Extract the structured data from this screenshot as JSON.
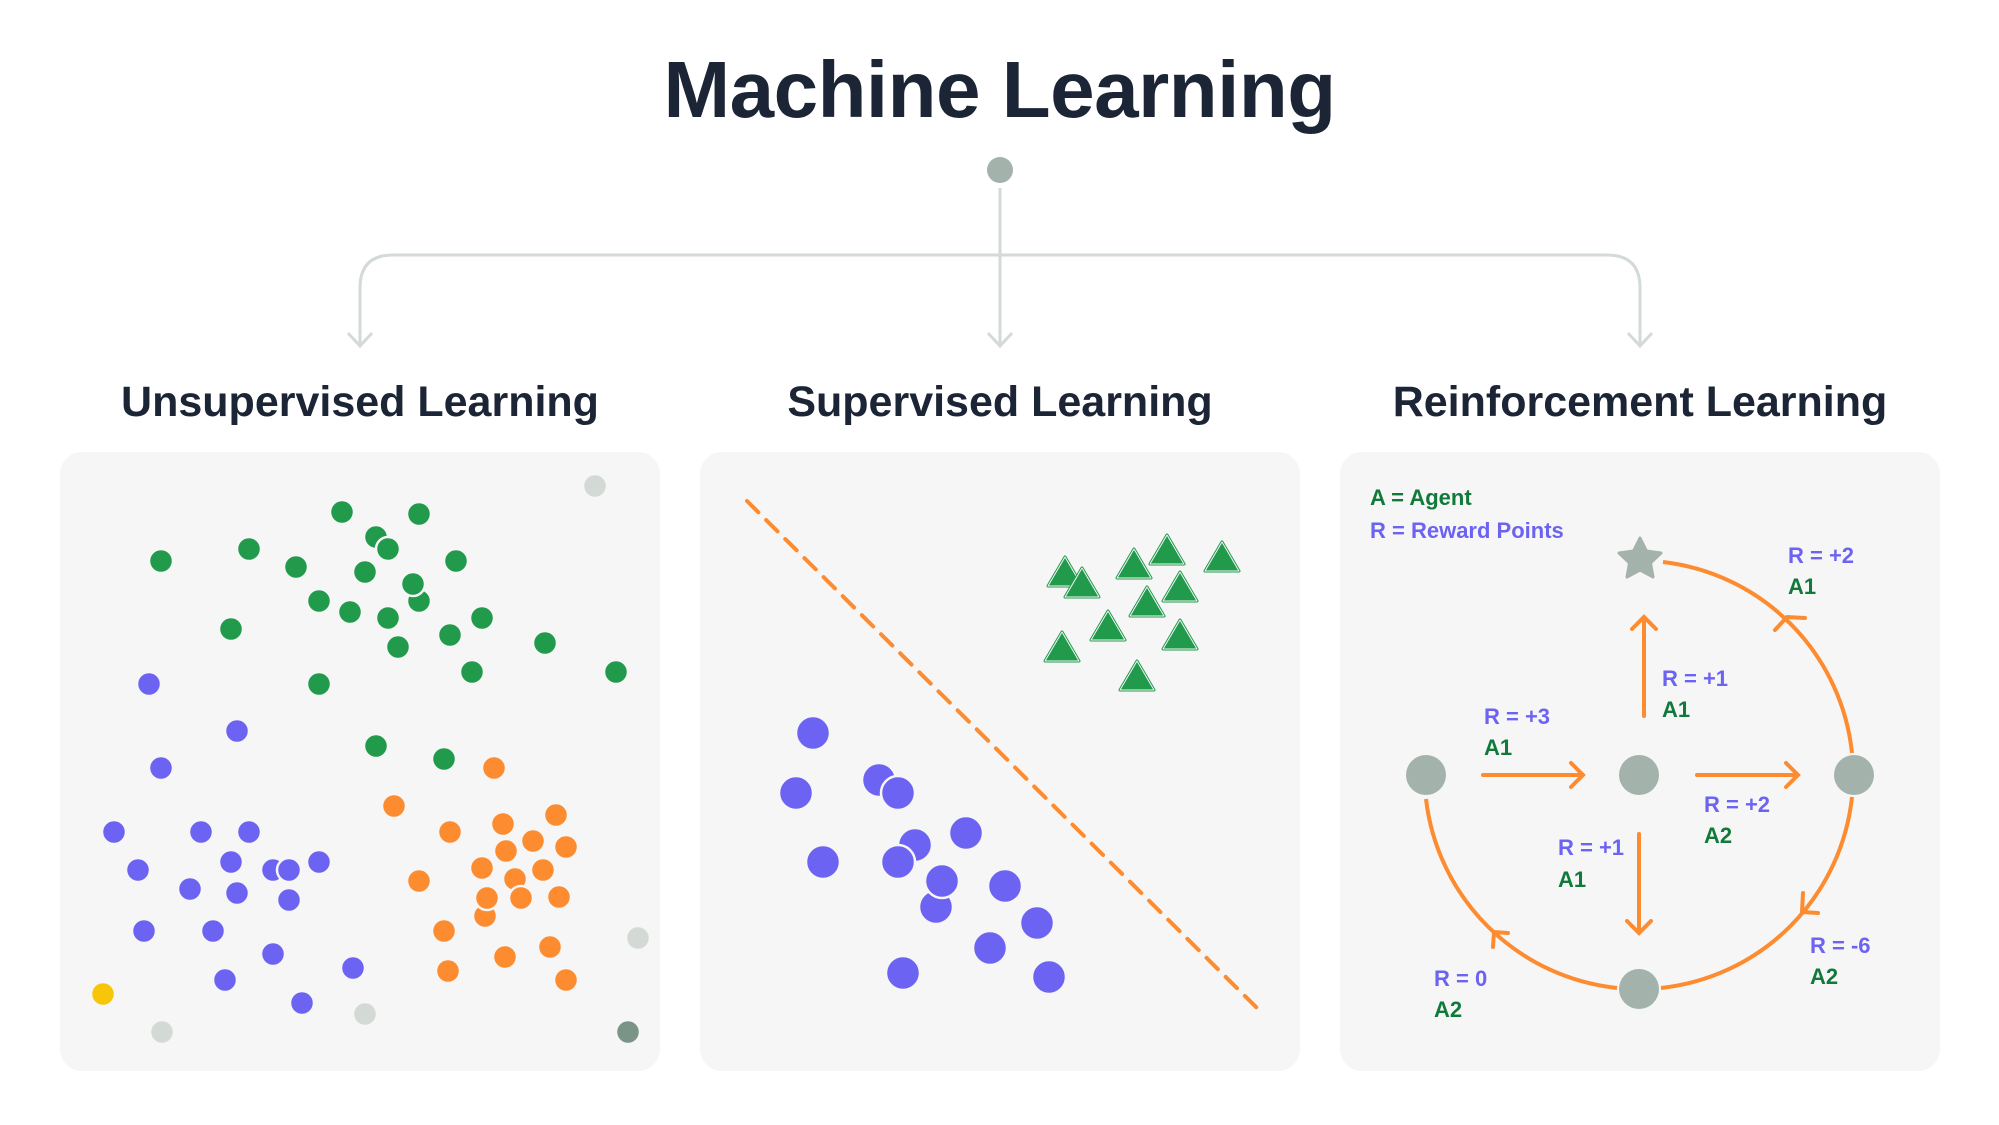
{
  "title": "Machine Learning",
  "colors": {
    "text_dark": "#1c2536",
    "connector": "#d3dad7",
    "node_grey": "#a3b3ab",
    "green": "#219a4c",
    "purple": "#6c63f2",
    "orange": "#fd8b2f",
    "yellow": "#f7c60a",
    "light_grey": "#d3d9d5",
    "dark_grey": "#7a9487",
    "agent_green": "#117a3b"
  },
  "branches": [
    {
      "heading": "Unsupervised Learning"
    },
    {
      "heading": "Supervised Learning"
    },
    {
      "heading": "Reinforcement Learning"
    }
  ],
  "unsupervised": {
    "description": "Unlabeled points forming clusters",
    "clusters": [
      {
        "name": "green",
        "count": 24
      },
      {
        "name": "purple",
        "count": 20
      },
      {
        "name": "orange",
        "count": 21
      }
    ],
    "outliers": [
      {
        "color": "light_grey"
      },
      {
        "color": "light_grey"
      },
      {
        "color": "light_grey"
      },
      {
        "color": "light_grey"
      },
      {
        "color": "yellow"
      },
      {
        "color": "dark_grey"
      }
    ]
  },
  "supervised": {
    "description": "Two labeled classes separated by a dashed decision boundary",
    "classes": [
      {
        "name": "triangles",
        "color": "green",
        "count": 11
      },
      {
        "name": "circles",
        "color": "purple",
        "count": 15
      }
    ]
  },
  "reinforcement": {
    "legend": {
      "agent": "A = Agent",
      "reward": "R = Reward Points"
    },
    "goal_icon": "star-icon",
    "transitions": [
      {
        "id": "left-to-center",
        "reward": "R = +3",
        "agent": "A1"
      },
      {
        "id": "center-to-star",
        "reward": "R = +1",
        "agent": "A1"
      },
      {
        "id": "center-to-right",
        "reward": "R = +2",
        "agent": "A2"
      },
      {
        "id": "center-to-bottom",
        "reward": "R = +1",
        "agent": "A1"
      },
      {
        "id": "right-to-star",
        "reward": "R = +2",
        "agent": "A1"
      },
      {
        "id": "right-to-bottom",
        "reward": "R = -6",
        "agent": "A2"
      },
      {
        "id": "bottom-to-left",
        "reward": "R = 0",
        "agent": "A2"
      }
    ]
  }
}
